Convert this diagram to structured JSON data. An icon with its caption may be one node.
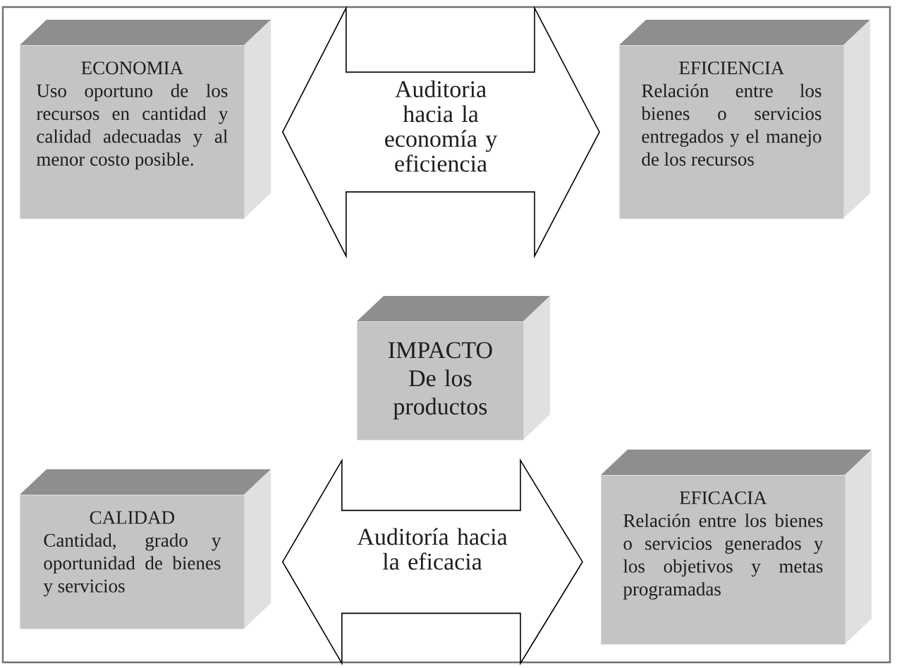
{
  "diagram": {
    "nodes": [
      {
        "text": [
          "ECONOMIA",
          "Uso oportuno de los recursos en cantidad y calidad adecuadas y al menor costo posible."
        ]
      },
      {
        "text": [
          "EFICIENCIA",
          "Relación entre los bienes o servicios entregados y el manejo de los recursos"
        ]
      },
      {
        "text": [
          "IMPACTO",
          "De los productos"
        ]
      },
      {
        "text": [
          "CALIDAD",
          "Cantidad, grado y oportunidad de bienes y servicios"
        ]
      },
      {
        "text": [
          "EFICACIA",
          "Relación entre los bienes o servicios generados y los objetivos y metas programadas"
        ]
      }
    ],
    "edges": [
      {
        "from": 0,
        "to": 1,
        "arrow": "both",
        "label": "Auditoria hacia la economía y eficiencia"
      },
      {
        "from": 3,
        "to": 4,
        "arrow": "both",
        "label": "Auditoría hacia la eficacia"
      }
    ]
  }
}
